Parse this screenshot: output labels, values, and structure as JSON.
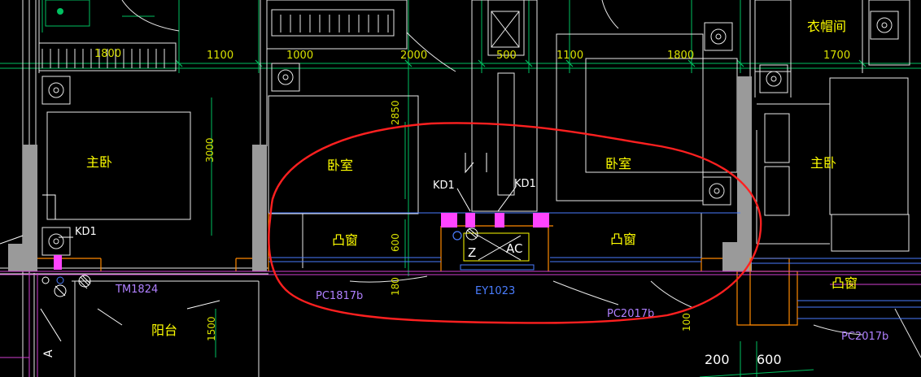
{
  "colors": {
    "background": "#000000",
    "wall_line": "#ffffff",
    "dim_line": "#00d060",
    "dim_text": "#d8e000",
    "room_text": "#ffff00",
    "tag_text": "#b080ff",
    "column_fill": "#9a9a9a",
    "pink_fill": "#ff44ff",
    "orange_line": "#ff8800",
    "blue_line": "#4a7dff",
    "markup_red": "#ff2020",
    "magenta_line": "#d040d0"
  },
  "rooms": {
    "master_left": "主卧",
    "bedroom_left": "卧室",
    "bedroom_right": "卧室",
    "master_right": "主卧",
    "cloakroom": "衣帽间",
    "balcony": "阳台",
    "bay_left": "凸窗",
    "bay_right": "凸窗",
    "bay_far_right": "凸窗"
  },
  "tags": {
    "kd_left": "KD1",
    "kd_center_left": "KD1",
    "kd_center_right": "KD1",
    "ac": "AC",
    "tm": "TM1824",
    "pc_left": "PC1817b",
    "pc_center": "PC2017b",
    "pc_right": "PC2017b",
    "ey": "EY1023"
  },
  "dims": {
    "d_1800_left": "1800",
    "d_1100_left": "1100",
    "d_1000": "1000",
    "d_2000": "2000",
    "d_500": "500",
    "d_1100_right": "1100",
    "d_1800_right": "1800",
    "d_1700": "1700",
    "d_3000": "3000",
    "d_2850": "2850",
    "d_600_bay": "600",
    "d_180": "180",
    "d_1500": "1500",
    "d_200": "200",
    "d_600_bottom": "600",
    "d_100_right": "100"
  }
}
